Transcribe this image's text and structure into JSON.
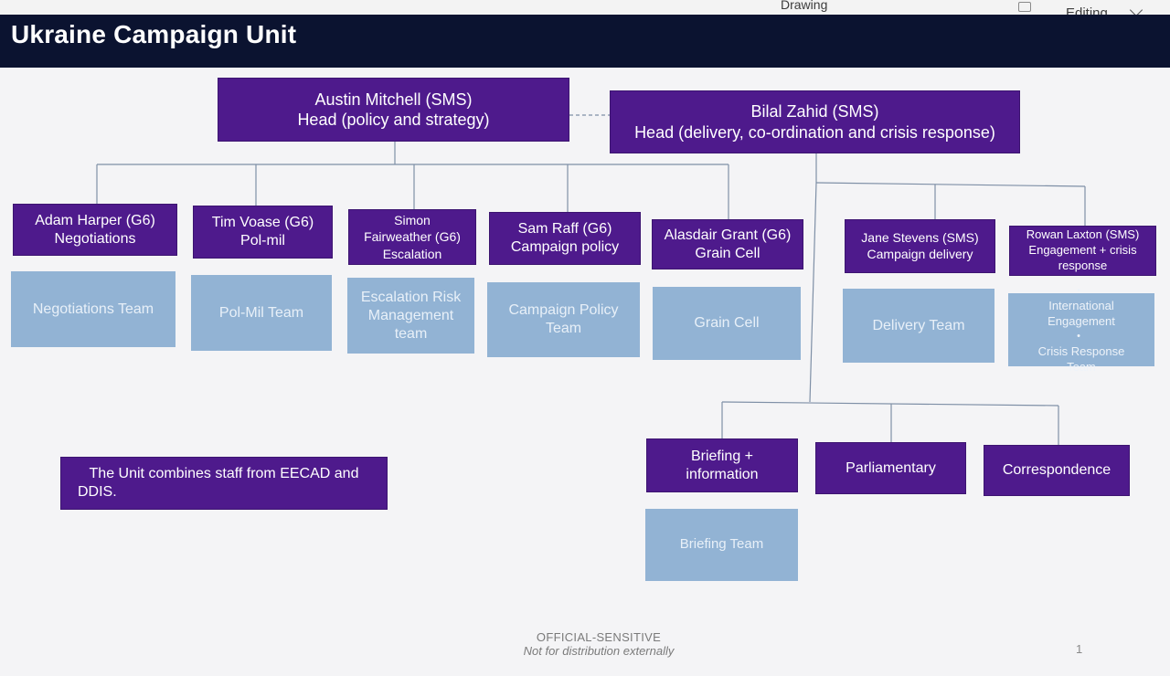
{
  "app": {
    "drawing_label": "Drawing",
    "mode_label": "Editing"
  },
  "slide": {
    "title": "Ukraine Campaign Unit",
    "heads": {
      "austin": {
        "name": "Austin Mitchell (SMS)",
        "role": "Head (policy and strategy)"
      },
      "bilal": {
        "name": "Bilal Zahid (SMS)",
        "role": "Head (delivery, co-ordination and crisis response)"
      }
    },
    "leads": {
      "adam": {
        "name": "Adam Harper (G6)",
        "role": "Negotiations"
      },
      "tim": {
        "name": "Tim Voase (G6)",
        "role": "Pol-mil"
      },
      "simon": {
        "line1": "Simon",
        "line2": "Fairweather (G6)",
        "role": "Escalation"
      },
      "sam": {
        "name": "Sam Raff (G6)",
        "role": "Campaign policy"
      },
      "alasdair": {
        "name": "Alasdair Grant (G6)",
        "role": "Grain Cell"
      },
      "jane": {
        "name": "Jane Stevens (SMS)",
        "role": "Campaign delivery"
      },
      "rowan": {
        "name": "Rowan Laxton  (SMS)",
        "role1": "Engagement + crisis",
        "role2": "response"
      }
    },
    "teams": {
      "negotiations": "Negotiations Team",
      "polmil": "Pol-Mil Team",
      "escalation": {
        "line1": "Escalation Risk",
        "line2": "Management",
        "line3": "team"
      },
      "campaign": {
        "line1": "Campaign Policy",
        "line2": "Team"
      },
      "grain": "Grain Cell",
      "delivery": "Delivery Team",
      "engagement": [
        {
          "line1": "International",
          "line2": "Engagement"
        },
        {
          "line1": "Crisis Response",
          "line2": "Team"
        }
      ],
      "briefing": "Briefing Team"
    },
    "functions": {
      "briefing": {
        "line1": "Briefing +",
        "line2": "information"
      },
      "parliamentary": "Parliamentary",
      "correspondence": "Correspondence"
    },
    "note": {
      "line1": "The Unit combines staff from EECAD and",
      "line2": "DDIS."
    },
    "footer": {
      "classification": "OFFICIAL-SENSITIVE",
      "distribution": "Not for distribution externally"
    },
    "page_number": "1"
  },
  "colors": {
    "purple": "#4e1a8c",
    "team_blue": "#92b3d4",
    "title_band": "#0b1330",
    "connector": "#7e8fa6"
  }
}
